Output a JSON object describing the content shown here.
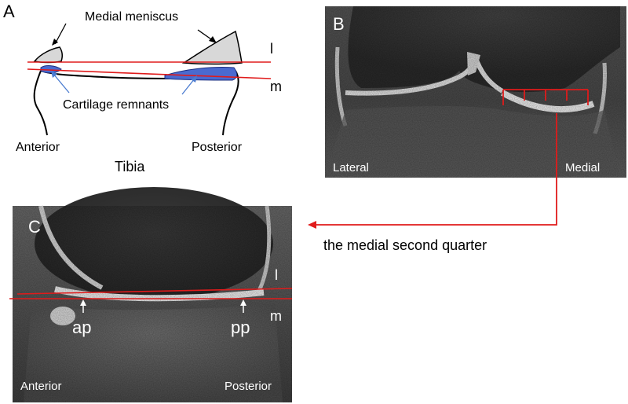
{
  "panel_a": {
    "letter": "A",
    "meniscus_label": "Medial meniscus",
    "cartilage_label": "Cartilage remnants",
    "line_l": "l",
    "line_m": "m",
    "anterior": "Anterior",
    "posterior": "Posterior",
    "bone": "Tibia"
  },
  "panel_b": {
    "letter": "B",
    "lateral": "Lateral",
    "medial": "Medial"
  },
  "panel_c": {
    "letter": "C",
    "line_l": "l",
    "line_m": "m",
    "ap": "ap",
    "pp": "pp",
    "anterior": "Anterior",
    "posterior": "Posterior"
  },
  "connector_label": "the medial second quarter",
  "colors": {
    "reference_line": "#e01b1b",
    "cartilage_fill": "#4a6ad0",
    "meniscus_fill": "#d8d8d8"
  }
}
